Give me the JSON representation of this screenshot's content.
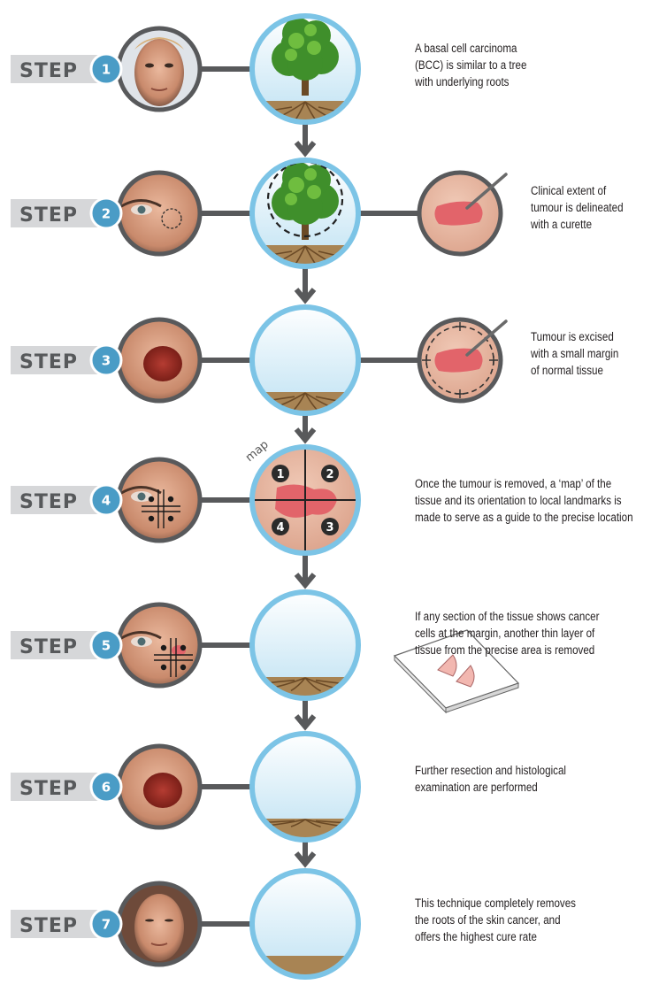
{
  "step_word": "STEP",
  "map_label": "map",
  "steps": [
    {
      "number": "1",
      "caption_lines": [
        "A basal cell carcinoma",
        "(BCC) is similar to a tree",
        "with underlying roots"
      ]
    },
    {
      "number": "2",
      "caption_lines": [
        "Clinical extent of",
        "tumour is delineated",
        "with a curette"
      ]
    },
    {
      "number": "3",
      "caption_lines": [
        "Tumour is excised",
        "with a small margin",
        "of normal tissue"
      ]
    },
    {
      "number": "4",
      "caption_lines": [
        "Once the tumour is removed, a ‘map’ of the",
        "tissue and its orientation to local landmarks is",
        "made to serve as a guide to the precise location"
      ]
    },
    {
      "number": "5",
      "caption_lines": [
        "If any section of the tissue shows cancer",
        "cells at the margin, another thin layer of",
        "tissue from the precise area is removed"
      ]
    },
    {
      "number": "6",
      "caption_lines": [
        "Further resection and histological",
        "examination are performed"
      ]
    },
    {
      "number": "7",
      "caption_lines": [
        "This technique completely removes",
        "the roots of the skin cancer, and",
        "offers the highest cure rate"
      ]
    }
  ],
  "map_quadrants": [
    "1",
    "2",
    "3",
    "4"
  ],
  "colors": {
    "step_band": "#d6d7d9",
    "step_text": "#57595b",
    "step_badge": "#4a9cc6",
    "connector": "#58595b",
    "photo_ring": "#58595b",
    "diagram_ring": "#7cc4e6",
    "sky_top": "#ffffff",
    "sky_bottom": "#bfe2f3",
    "soil": "#a88454",
    "roots": "#6b4a26",
    "tumour": "#e2646a",
    "skin": "#e8b7a3"
  },
  "icons": [
    "tree-icon",
    "curette-icon",
    "glass-slide-icon",
    "down-arrow-icon"
  ]
}
